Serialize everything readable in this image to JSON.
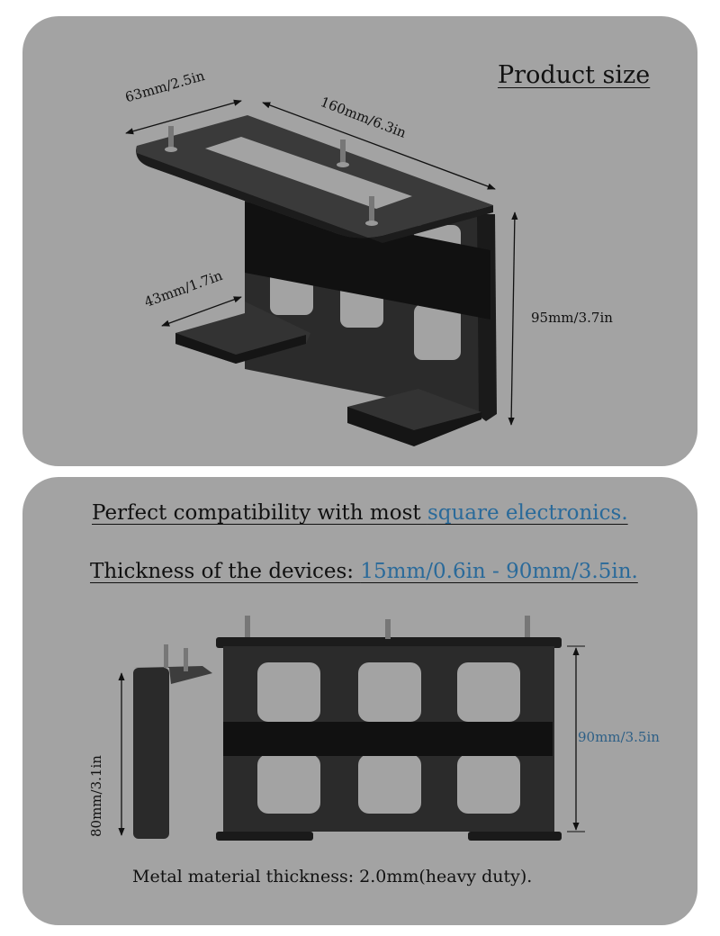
{
  "top_panel": {
    "title": "Product size",
    "dims": {
      "width": "63mm/2.5in",
      "length": "160mm/6.3in",
      "foot": "43mm/1.7in",
      "height": "95mm/3.7in"
    }
  },
  "bottom_panel": {
    "compat_text": "Perfect compatibility with most ",
    "compat_accent": "square electronics.",
    "thickness_text": "Thickness of the devices: ",
    "thickness_accent": "15mm/0.6in - 90mm/3.5in.",
    "dims": {
      "side_height": "80mm/3.1in",
      "front_height": "90mm/3.5in"
    },
    "footer": "Metal material thickness: 2.0mm(heavy duty)."
  },
  "colors": {
    "panel_bg": "#a3a3a3",
    "metal": "#2c2c2c",
    "accent_text": "#2a6a9a"
  }
}
